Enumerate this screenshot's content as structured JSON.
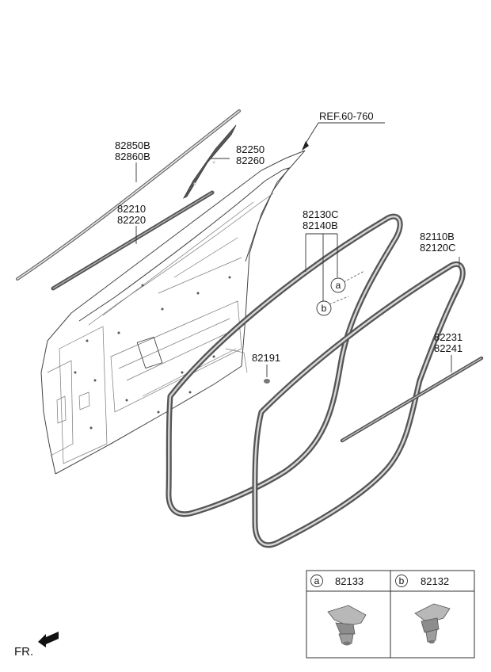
{
  "labels": {
    "ref": "REF.60-760",
    "p82850": "82850B",
    "p82860": "82860B",
    "p82250": "82250",
    "p82260": "82260",
    "p82210": "82210",
    "p82220": "82220",
    "p82130": "82130C",
    "p82140": "82140B",
    "p82110": "82110B",
    "p82120": "82120C",
    "p82191": "82191",
    "p82231": "82231",
    "p82241": "82241",
    "fr": "FR."
  },
  "callouts": {
    "a": "a",
    "b": "b"
  },
  "legend": {
    "a_letter": "a",
    "a_part": "82133",
    "b_letter": "b",
    "b_part": "82132"
  }
}
